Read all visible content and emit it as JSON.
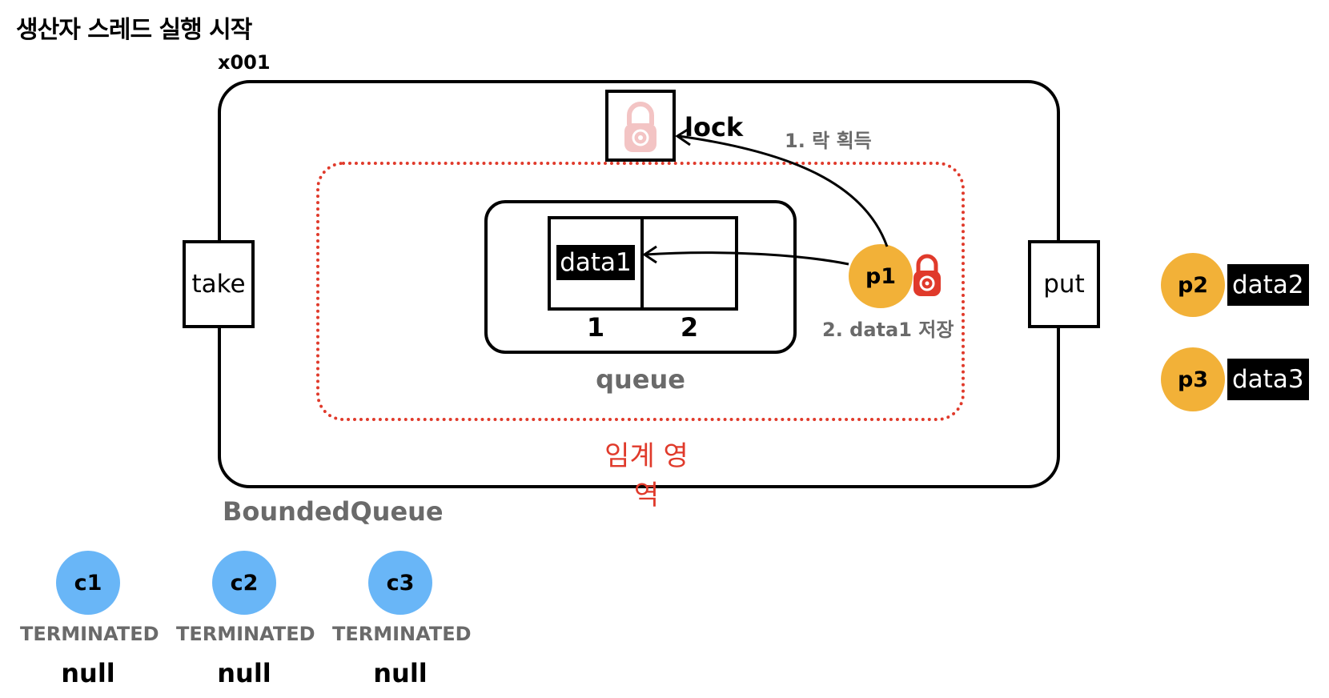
{
  "title": "생산자 스레드 실행 시작",
  "address": "x001",
  "bounded_queue": {
    "label": "BoundedQueue",
    "take_label": "take",
    "put_label": "put",
    "lock_label": "lock",
    "critical_section_label": "임계 영역",
    "queue_label": "queue",
    "slots": [
      {
        "index": "1",
        "value": "data1"
      },
      {
        "index": "2",
        "value": ""
      }
    ]
  },
  "steps": {
    "step1": "1. 락 획득",
    "step2": "2. data1 저장"
  },
  "producers": [
    {
      "name": "p1",
      "data": ""
    },
    {
      "name": "p2",
      "data": "data2"
    },
    {
      "name": "p3",
      "data": "data3"
    }
  ],
  "consumers": [
    {
      "name": "c1",
      "state": "TERMINATED",
      "result": "null"
    },
    {
      "name": "c2",
      "state": "TERMINATED",
      "result": "null"
    },
    {
      "name": "c3",
      "state": "TERMINATED",
      "result": "null"
    }
  ],
  "colors": {
    "producer": "#f2b138",
    "consumer": "#69b6f7",
    "critical": "#e03a2b",
    "lock_icon_faded": "#f3c4c4",
    "lock_icon_active": "#e03a2b",
    "muted_text": "#6a6a6a"
  },
  "icons": {
    "lock_box_icon": "padlock-icon-faded",
    "p1_lock_icon": "padlock-icon-red"
  }
}
